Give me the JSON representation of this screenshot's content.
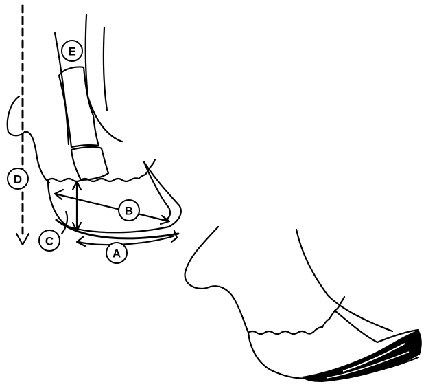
{
  "labels": {
    "A": "A",
    "B": "B",
    "C": "C",
    "D": "D",
    "E": "E"
  },
  "colors": {
    "ink": "#000000",
    "background": "#ffffff"
  }
}
